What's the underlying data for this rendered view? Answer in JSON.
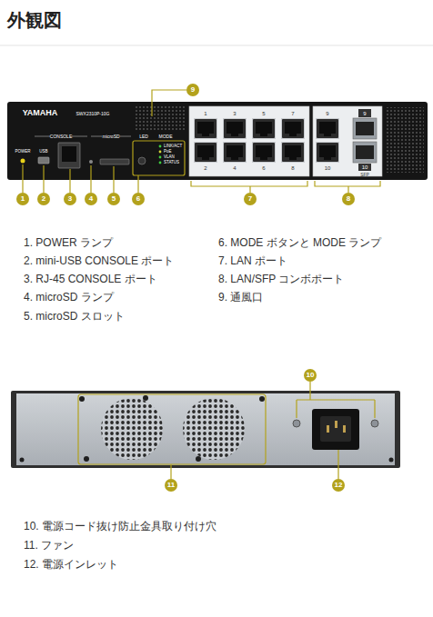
{
  "diagram": {
    "title": "外観図",
    "labels": [
      "YAMAHA",
      "SWX2310P-10G",
      "CONSOLE",
      "microSD",
      "LED",
      "MODE",
      "POWER",
      "USB",
      "LINK/ACT",
      "PoE",
      "VLAN",
      "STATUS",
      "1",
      "3",
      "5",
      "7",
      "9",
      "9",
      "2",
      "4",
      "6",
      "8",
      "10",
      "10",
      "SFP",
      "9",
      "1",
      "2",
      "3",
      "4",
      "5",
      "6",
      "7",
      "8",
      "1. POWER ランプ",
      "2. mini-USB CONSOLE ポート",
      "3. RJ-45 CONSOLE ポート",
      "4. microSD ランプ",
      "5. microSD スロット",
      "6. MODE ボタンと MODE ランプ",
      "7. LAN ポート",
      "8. LAN/SFP コンボポート",
      "9. 通風口",
      "10",
      "11",
      "12",
      "10. 電源コード抜け防止金具取り付け穴",
      "11. ファン",
      "12. 電源インレット"
    ]
  }
}
